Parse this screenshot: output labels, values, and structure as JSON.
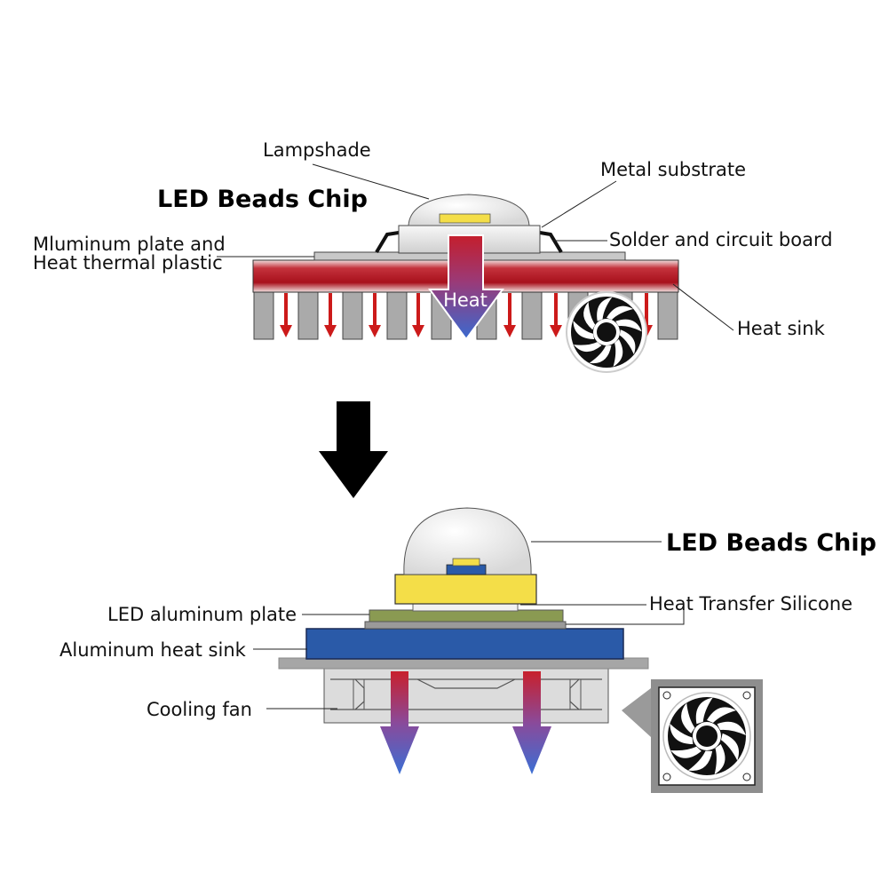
{
  "top": {
    "title": "LED Beads Chip",
    "labels": {
      "lampshade": "Lampshade",
      "metal_substrate": "Metal substrate",
      "solder": "Solder and circuit board",
      "plate_line1": "Mluminum plate and",
      "plate_line2": "Heat thermal plastic",
      "heat_sink": "Heat sink"
    },
    "heat_arrow_label": "Heat"
  },
  "bottom": {
    "title": "LED Beads Chip",
    "labels": {
      "silicone": "Heat Transfer Silicone",
      "aluminum_plate": "LED aluminum plate",
      "heat_sink": "Aluminum heat sink",
      "fan": "Cooling fan"
    }
  },
  "colors": {
    "heat_red": "#b2141e",
    "cool_blue": "#3f63c4",
    "chip_yellow": "#f4de48",
    "heat_sink_blue": "#2a5aa8",
    "olive": "#8a9a52",
    "fin_gray": "#a8a8a8"
  },
  "icons": [
    "down-arrow-icon",
    "fan-icon"
  ]
}
